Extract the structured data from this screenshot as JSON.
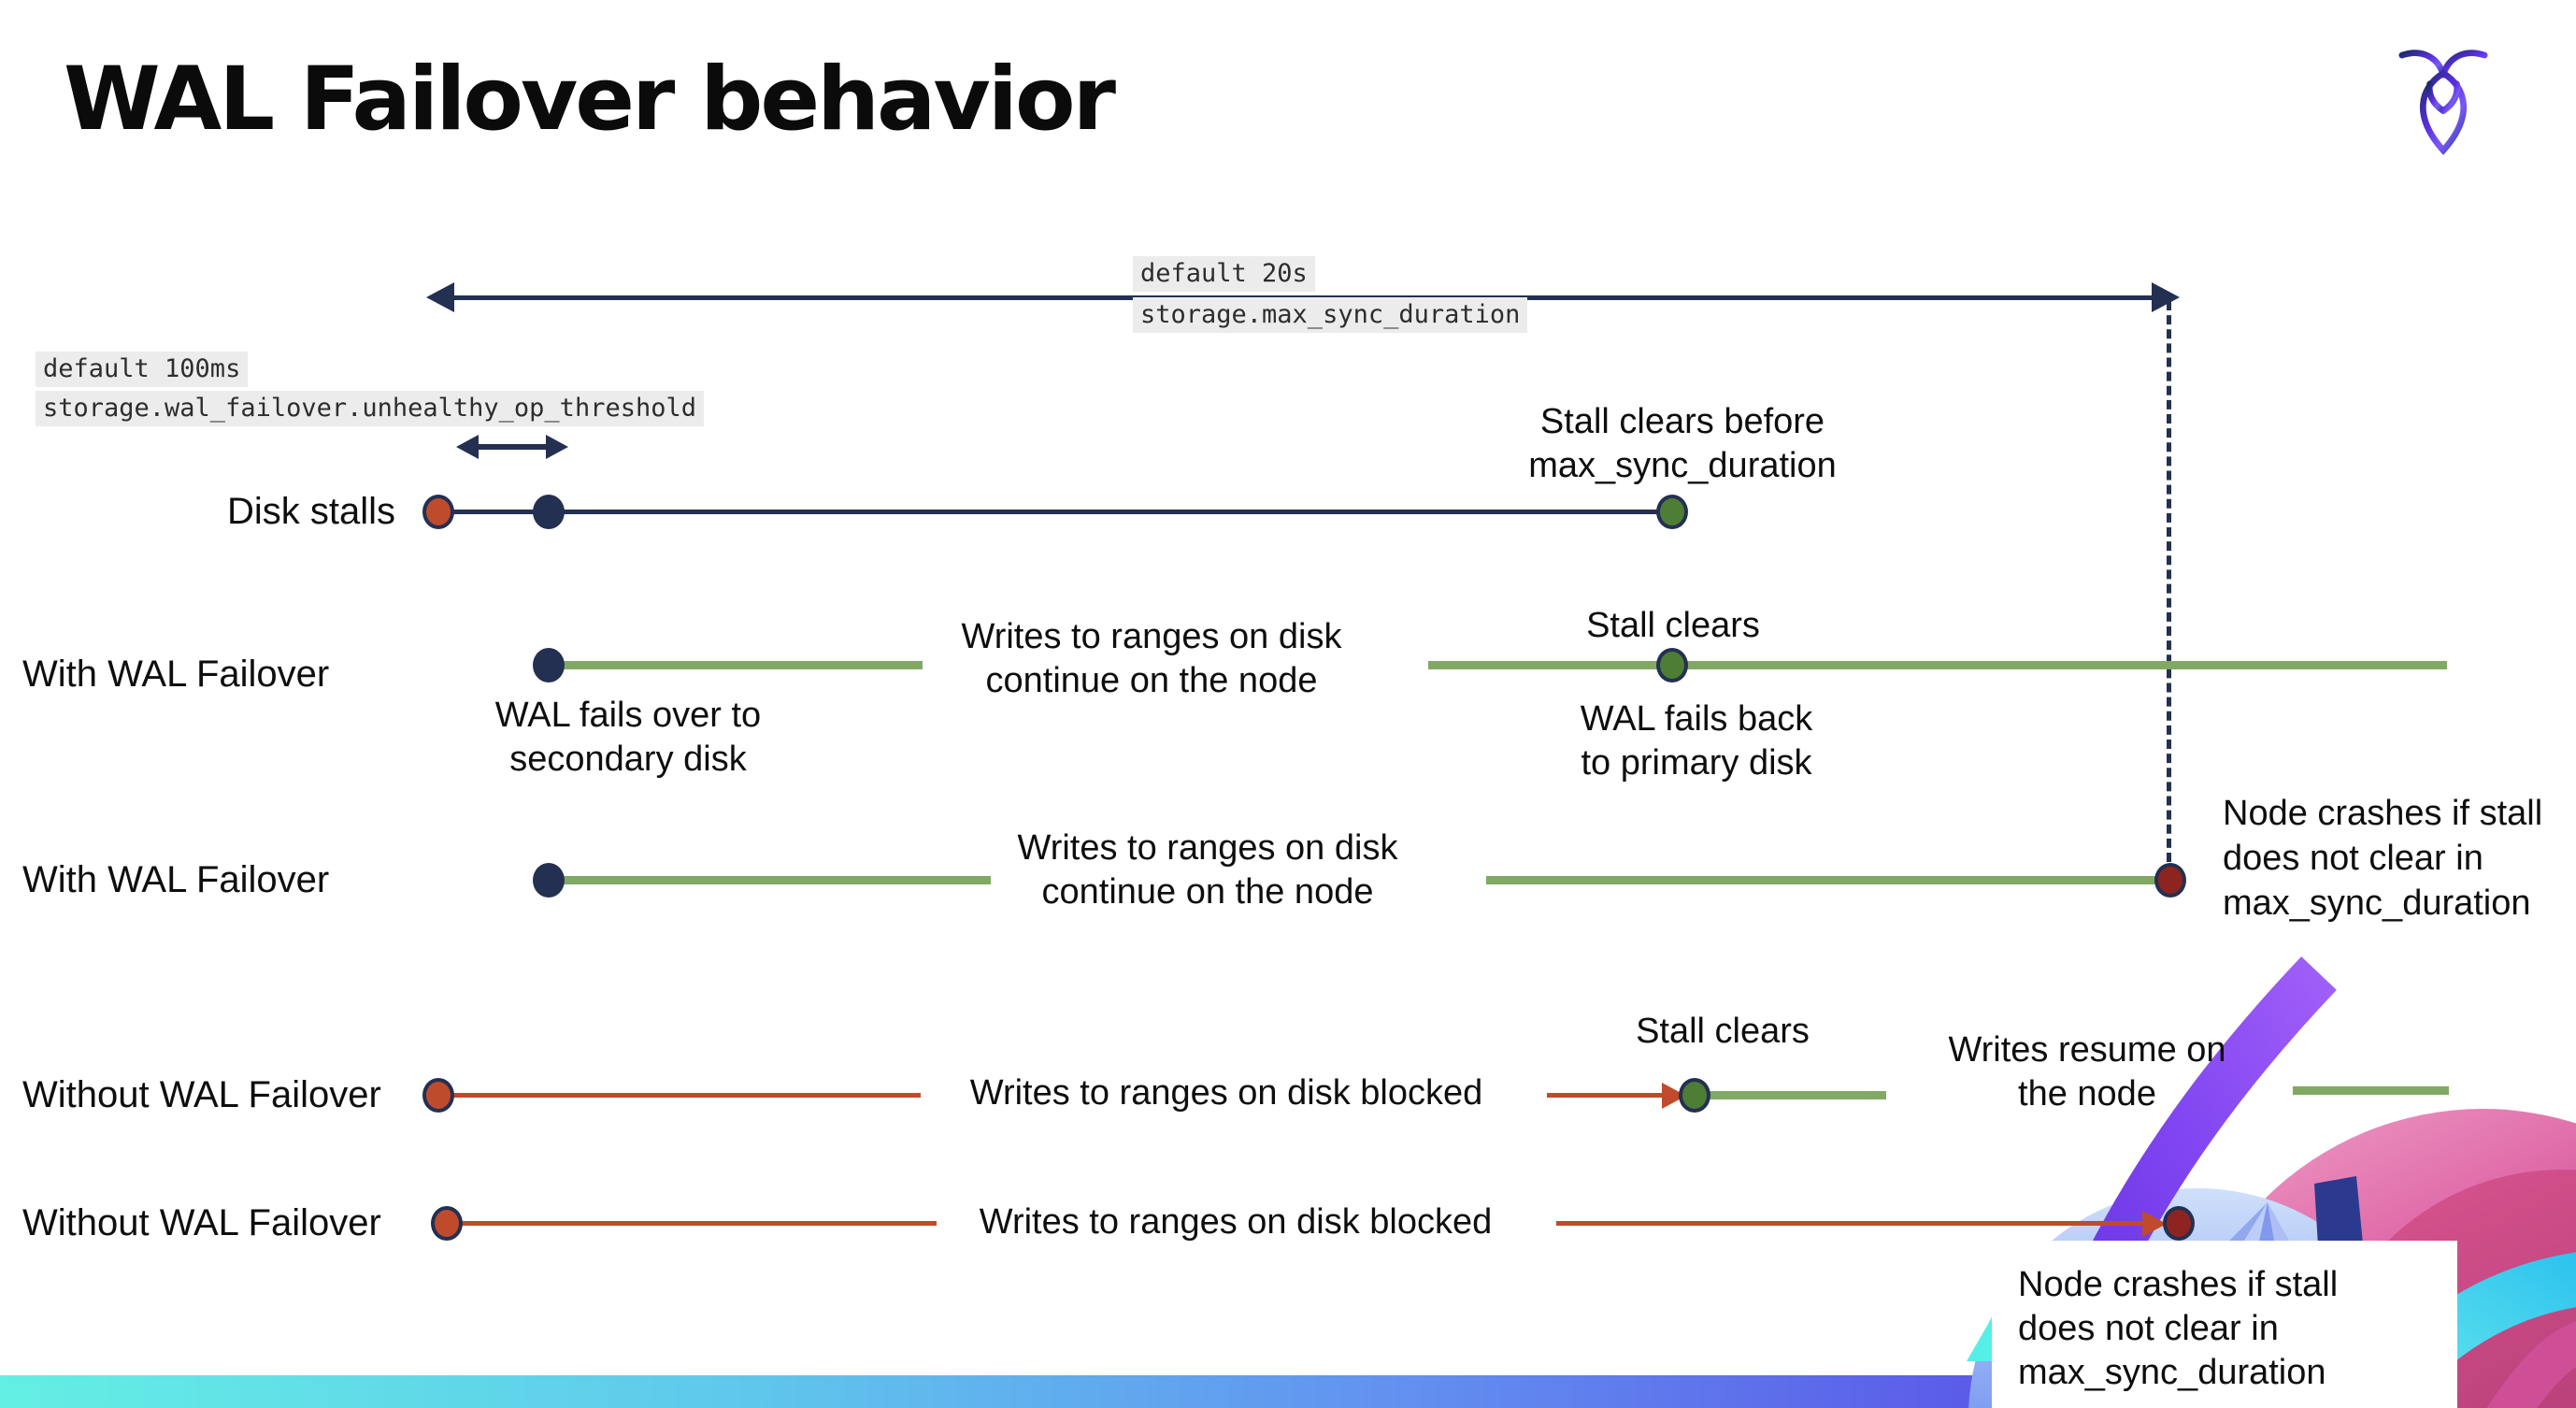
{
  "title": "WAL Failover behavior",
  "logo": "cockroachdb-logo",
  "settings": {
    "max_sync_duration": {
      "default": "default 20s",
      "name": "storage.max_sync_duration"
    },
    "unhealthy_op_threshold": {
      "default": "default 100ms",
      "name": "storage.wal_failover.unhealthy_op_threshold"
    }
  },
  "rows": [
    {
      "label": "Disk stalls"
    },
    {
      "label": "With WAL Failover"
    },
    {
      "label": "With WAL Failover"
    },
    {
      "label": "Without WAL Failover"
    },
    {
      "label": "Without WAL Failover"
    }
  ],
  "annotations": {
    "stall_clears_before": "Stall clears before\nmax_sync_duration",
    "stall_clears": "Stall clears",
    "wal_fails_over": "WAL fails over to\nsecondary disk",
    "wal_fails_back": "WAL fails  back\nto primary disk",
    "writes_continue": "Writes to ranges on disk\ncontinue on the node",
    "writes_blocked": "Writes to ranges on disk  blocked",
    "writes_resume": "Writes resume on\nthe node",
    "node_crashes": "Node crashes if stall\ndoes not clear in\nmax_sync_duration"
  },
  "colors": {
    "navy": "#243052",
    "green_line": "#82a964",
    "green_dot": "#4e7d35",
    "red_line": "#c14a2d",
    "red_dot": "#bf4b2d",
    "dark_red_dot": "#8e2420",
    "chip_bg": "#ececec",
    "bar_gradient": [
      "#63efe4",
      "#628ff0",
      "#6d5cf2"
    ]
  }
}
